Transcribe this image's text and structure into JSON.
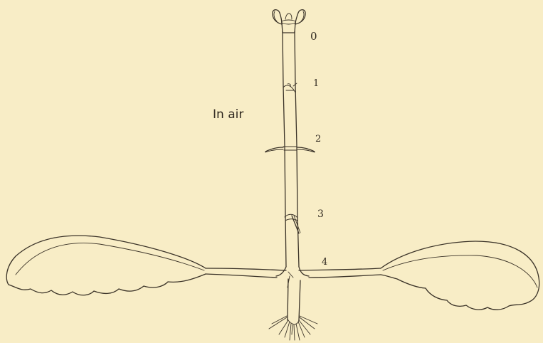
{
  "caption": "In air",
  "node_labels": [
    "0",
    "1",
    "2",
    "3",
    "4"
  ],
  "colors": {
    "background": "#f8edc6",
    "ink": "#3b3328"
  }
}
